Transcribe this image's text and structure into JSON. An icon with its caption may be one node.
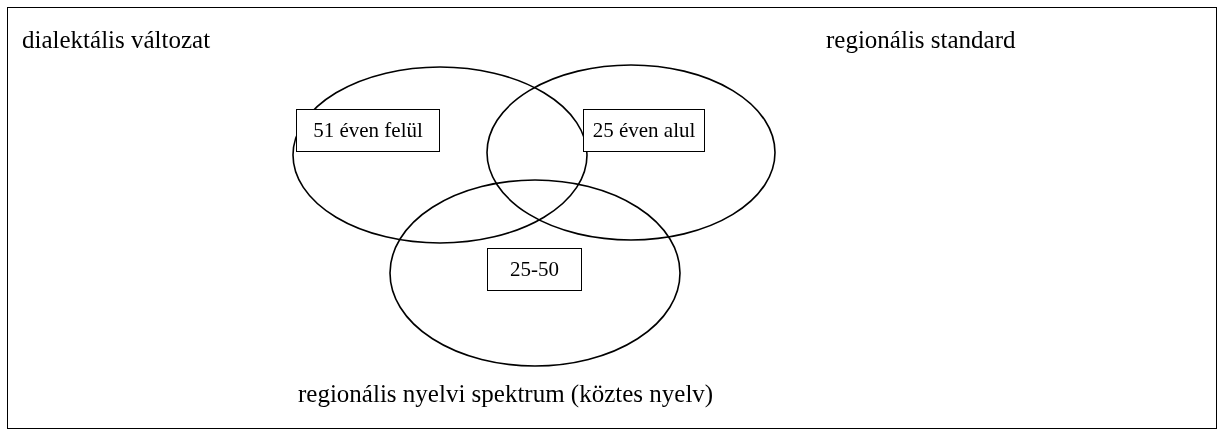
{
  "diagram": {
    "nodes": [
      {
        "text": [],
        "shape": "ellipse"
      },
      {
        "text": [],
        "shape": "ellipse"
      },
      {
        "text": [],
        "shape": "ellipse"
      },
      {
        "text": [
          "51 éven felül"
        ],
        "in": 0
      },
      {
        "text": [
          "25 éven alul"
        ],
        "in": 1
      },
      {
        "text": [
          "25-50"
        ],
        "in": 2
      }
    ],
    "edges": [],
    "labels": [
      "dialektális változat",
      "regionális standard",
      "regionális nyelvi spektrum (köztes nyelv)"
    ]
  }
}
